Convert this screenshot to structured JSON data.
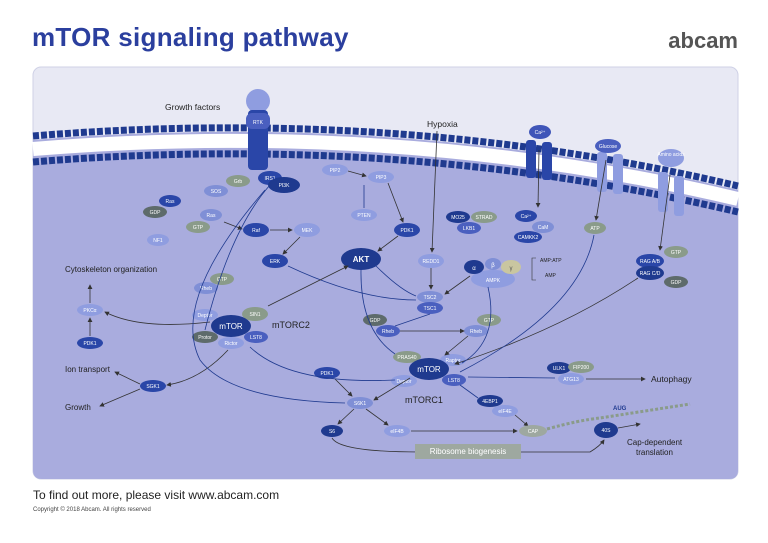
{
  "header": {
    "title": "mTOR signaling pathway",
    "brand": "abcam"
  },
  "footer": {
    "cta": "To find out more, please visit www.abcam.com",
    "copyright": "Copyright © 2018 Abcam. All rights reserved"
  },
  "labels": {
    "growth_factors": "Growth factors",
    "rtk": "RTK",
    "hypoxia": "Hypoxia",
    "ca": "Ca²⁺",
    "glucose": "Glucose",
    "amino_acids": "Amino acids",
    "grb": "Grb",
    "sos": "SOS",
    "irs1": "IRS1",
    "pi3k": "PI3K",
    "pip2": "PIP2",
    "pip3": "PIP3",
    "pten": "PTEN",
    "pdk1_top": "PDK1",
    "ras_gdp": "Ras",
    "gdp": "GDP",
    "ras_gtp": "Ras",
    "gtp": "GTP",
    "nf1": "NF1",
    "raf": "Raf",
    "mek": "MEK",
    "erk": "ERK",
    "akt": "AKT",
    "redd1": "REDD1",
    "mo25": "MO25",
    "strad": "STRAD",
    "lkb1": "LKB1",
    "ca_in": "Ca²⁺",
    "cam": "CaM",
    "camkk2": "CAMKK2",
    "atp": "ATP",
    "alpha": "α",
    "gamma": "γ",
    "beta": "β",
    "ampk": "AMPK",
    "amp_atp": "AMP:ATP",
    "amp": "AMP",
    "tsc2": "TSC2",
    "tsc1": "TSC1",
    "rag_ab": "RAG A/B",
    "rag_cd": "RAG C/D",
    "rag_gtp": "GTP",
    "rag_gdp": "GDP",
    "cyto_org": "Cytoskeleton organization",
    "pkca": "PKCα",
    "pdk1_left": "PDK1",
    "ion_transport": "Ion transport",
    "growth": "Growth",
    "sgk1": "SGK1",
    "rheb_gtp_left": "GTP",
    "rheb_left": "Rheb",
    "deptor2": "Deptor",
    "mtor2": "mTOR",
    "protor": "Protor",
    "sin1": "SIN1",
    "lst8_2": "LST8",
    "rictor": "Rictor",
    "mtorc2": "mTORC2",
    "gdp_rheb": "GDP",
    "rheb_mid": "Rheb",
    "gtp_rheb_r": "GTP",
    "rheb_right": "Rheb",
    "pras40": "PRAS40",
    "raptor": "Raptor",
    "mtor1": "mTOR",
    "deptor1": "Deptor",
    "lst8_1": "LST8",
    "mtorc1": "mTORC1",
    "pdk1_mid": "PDK1",
    "ulk1": "ULK1",
    "fip200": "FIP200",
    "atg13": "ATG13",
    "autophagy": "Autophagy",
    "s6k1": "S6K1",
    "4ebp1": "4EBP1",
    "eif4e": "eIF4E",
    "s6": "S6",
    "eif4b": "eIF4B",
    "cap": "CAP",
    "aug": "AUG",
    "40s": "40S",
    "cap_dep": "Cap-dependent translation",
    "ribosome": "Ribosome biogenesis"
  },
  "colors": {
    "title": "#2b3f9e",
    "cell": "#a9acde",
    "dark": "#1f3a8f",
    "mid": "#4a5fbf",
    "light": "#7f8fd6",
    "grey": "#8a9b8a",
    "darkgrey": "#5e6b6b"
  }
}
